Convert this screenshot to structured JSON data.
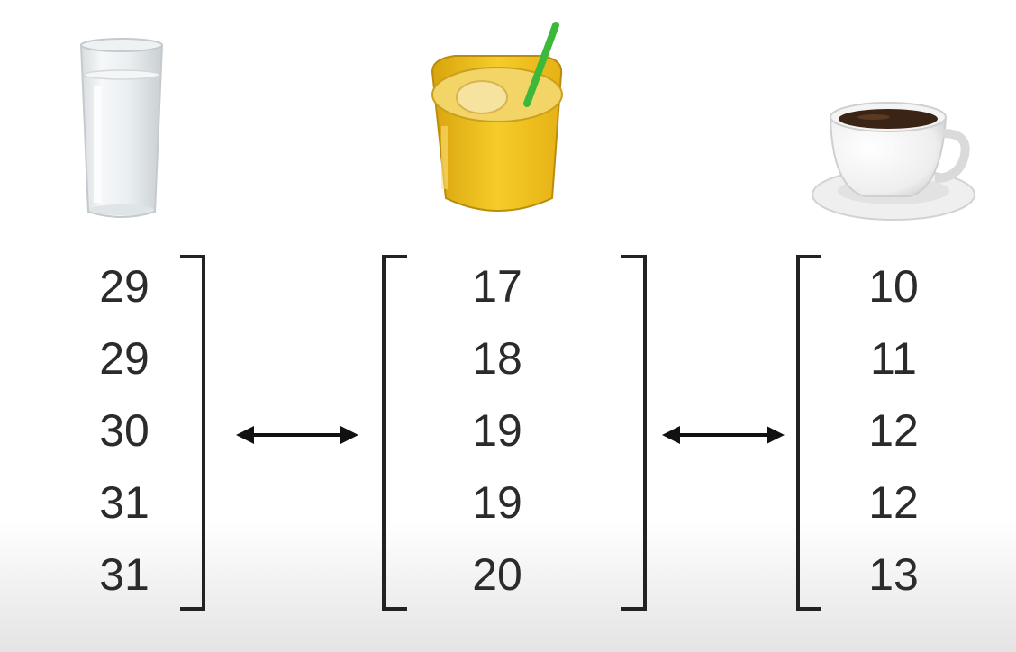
{
  "icons": {
    "water": "water-glass-icon",
    "juice": "orange-juice-icon",
    "coffee": "coffee-cup-icon"
  },
  "columns": [
    {
      "drink": "water",
      "values": [
        "29",
        "29",
        "30",
        "31",
        "31"
      ]
    },
    {
      "drink": "juice",
      "values": [
        "17",
        "18",
        "19",
        "19",
        "20"
      ]
    },
    {
      "drink": "coffee",
      "values": [
        "10",
        "11",
        "12",
        "12",
        "13"
      ]
    }
  ],
  "colors": {
    "text": "#2b2b2b",
    "bracket": "#222222",
    "juice": "#f2c21a",
    "straw": "#3cb83a",
    "coffee": "#3a2416"
  }
}
